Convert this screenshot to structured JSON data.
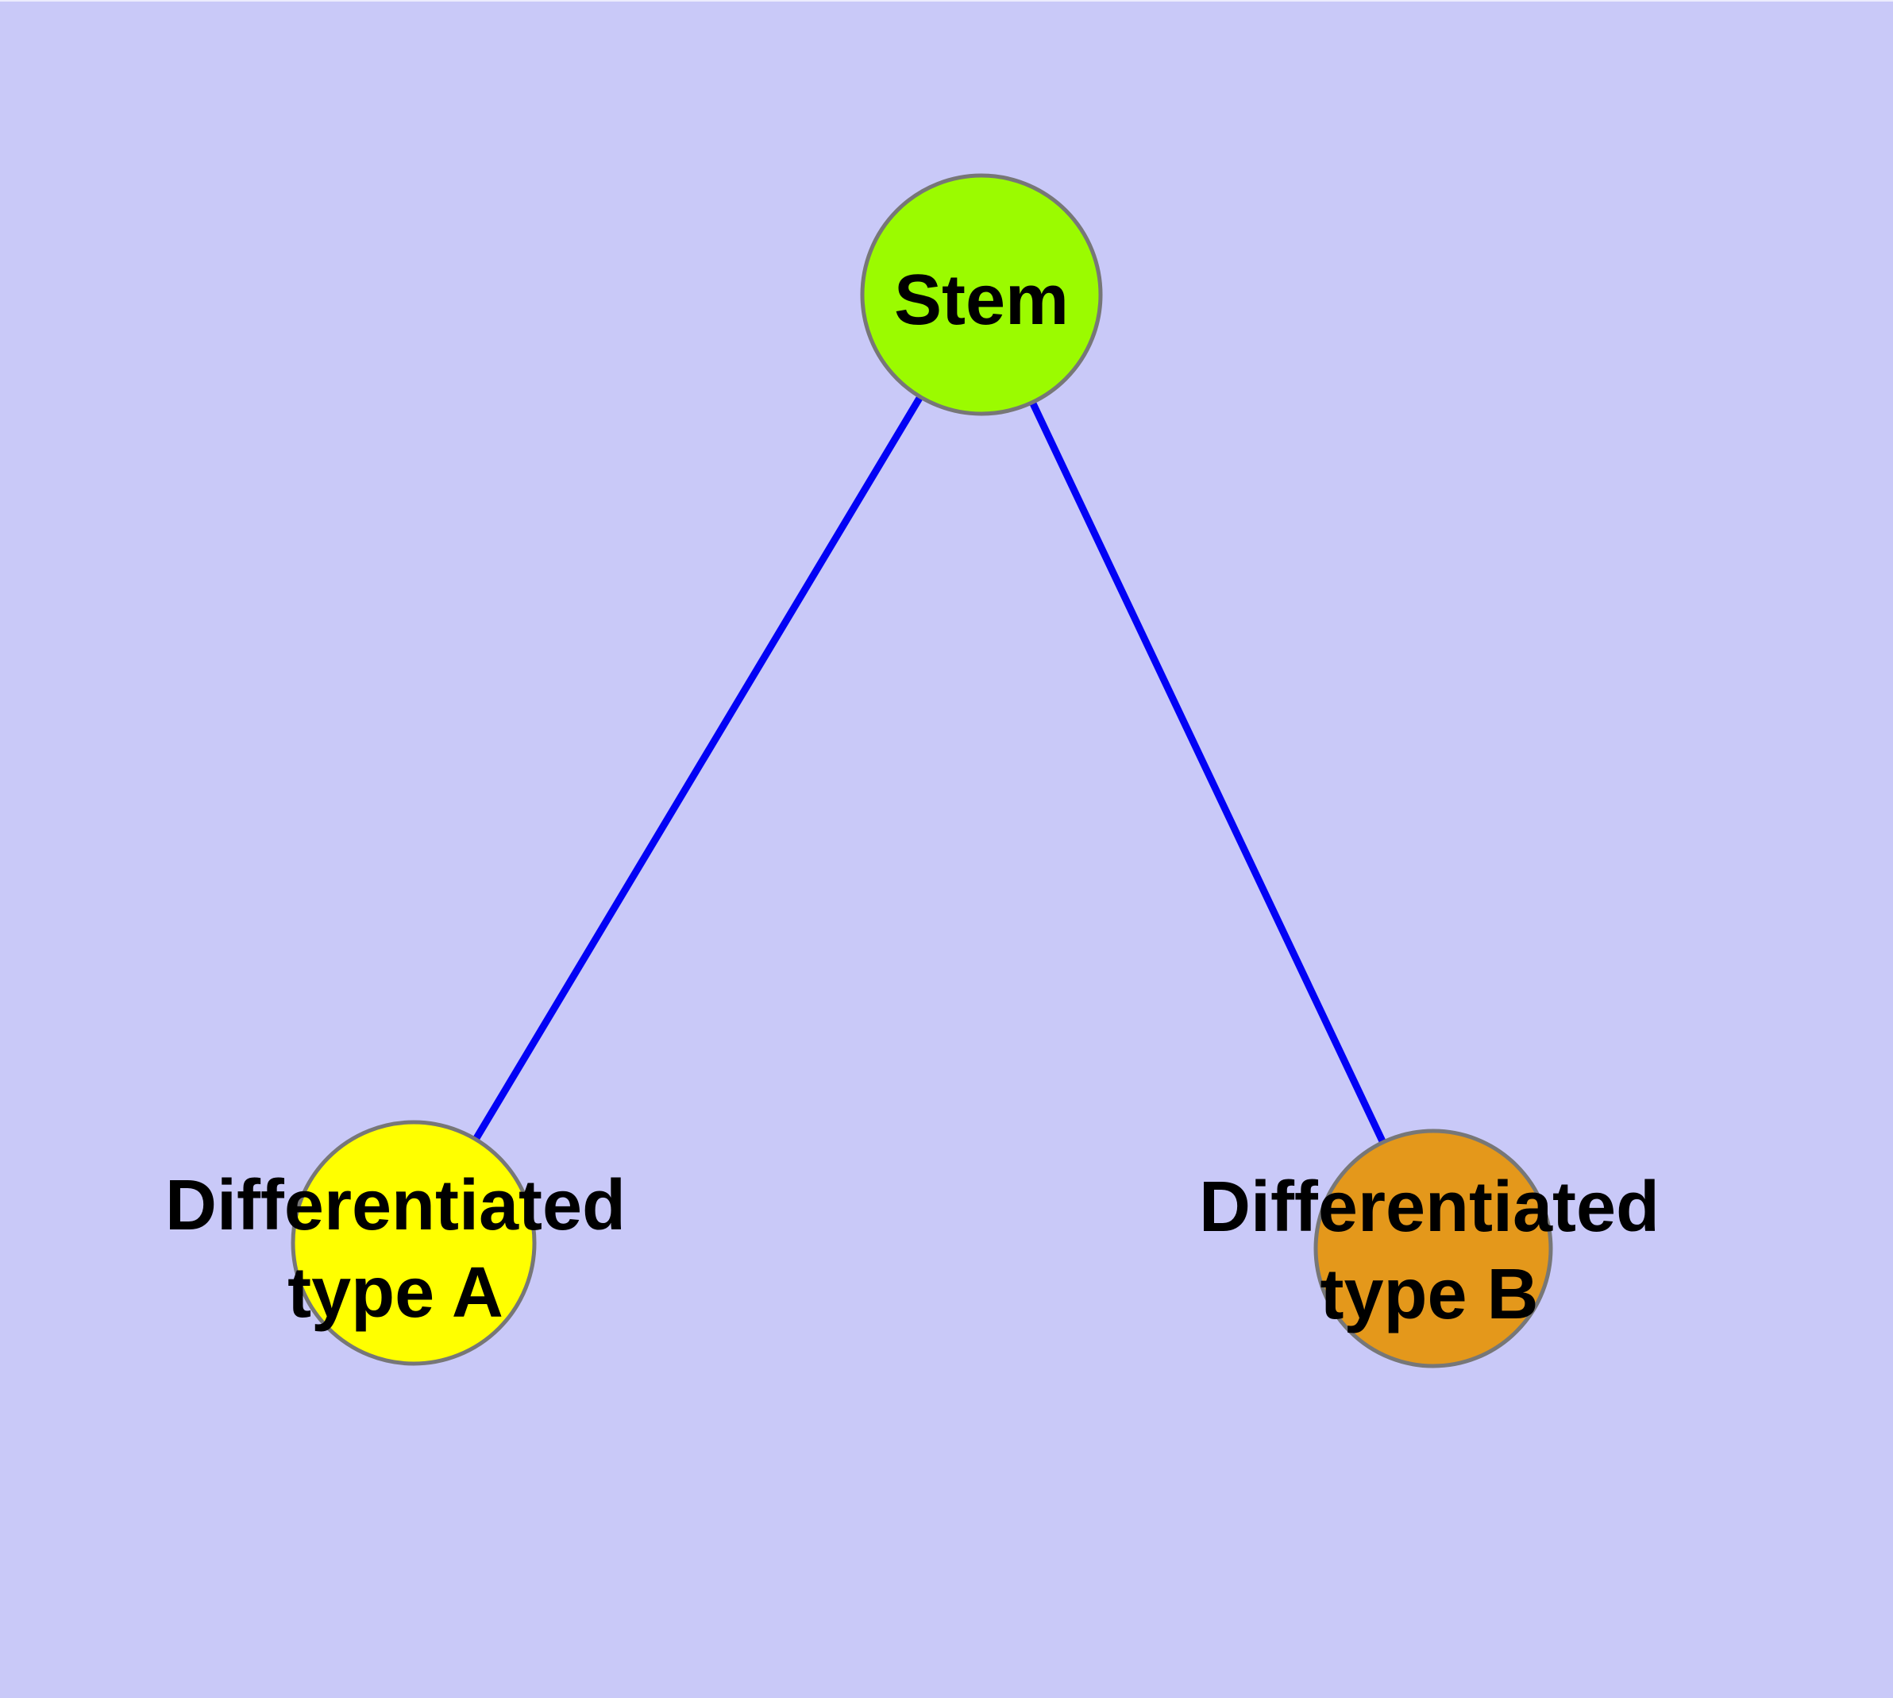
{
  "diagram": {
    "type": "node-link-graph",
    "background_color": "#C9C9F8",
    "node_border_color": "#777777",
    "edge_color": "#0202F5",
    "label_color": "#000000",
    "nodes": {
      "stem": {
        "label": "Stem",
        "fill": "#9BFB00"
      },
      "typeA": {
        "label_line1": "Differentiated",
        "label_line2": "type A",
        "fill": "#FFFF00"
      },
      "typeB": {
        "label_line1": "Differentiated",
        "label_line2": "type B",
        "fill": "#E4981B"
      }
    },
    "edges": [
      {
        "from": "stem",
        "to": "typeA"
      },
      {
        "from": "stem",
        "to": "typeB"
      }
    ]
  }
}
